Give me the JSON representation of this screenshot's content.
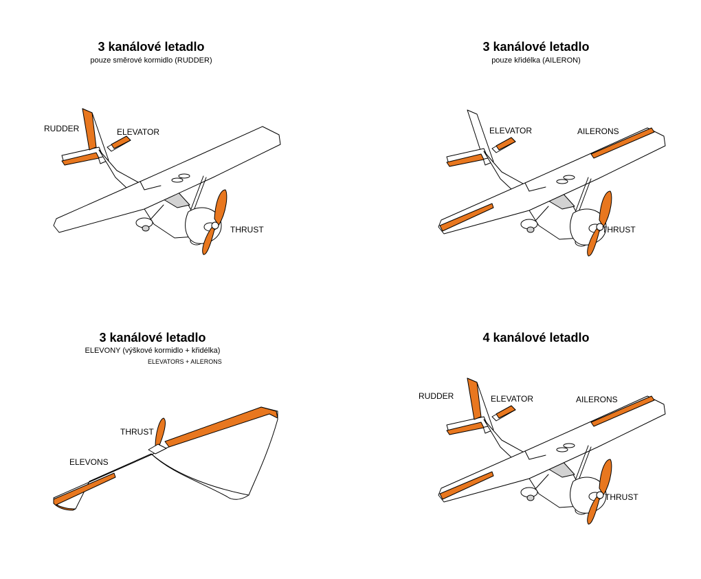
{
  "panels": [
    {
      "title": "3 kanálové letadlo",
      "subtitle": "pouze směrové kormidlo (RUDDER)",
      "labels": {
        "rudder": "RUDDER",
        "elevator": "ELEVATOR",
        "thrust": "THRUST"
      }
    },
    {
      "title": "3 kanálové letadlo",
      "subtitle": "pouze křidélka (AILERON)",
      "labels": {
        "elevator": "ELEVATOR",
        "ailerons": "AILERONS",
        "thrust": "THRUST"
      }
    },
    {
      "title": "3 kanálové letadlo",
      "subtitle": "ELEVONY (výškové kormidlo + křidélka)",
      "subtitle2": "ELEVATORS + AILERONS",
      "labels": {
        "thrust": "THRUST",
        "elevons": "ELEVONS"
      }
    },
    {
      "title": "4 kanálové letadlo",
      "labels": {
        "rudder": "RUDDER",
        "elevator": "ELEVATOR",
        "ailerons": "AILERONS",
        "thrust": "THRUST"
      }
    }
  ],
  "colors": {
    "highlight": "#e8771f",
    "outline": "#000000",
    "glass": "#d2d2d2"
  }
}
